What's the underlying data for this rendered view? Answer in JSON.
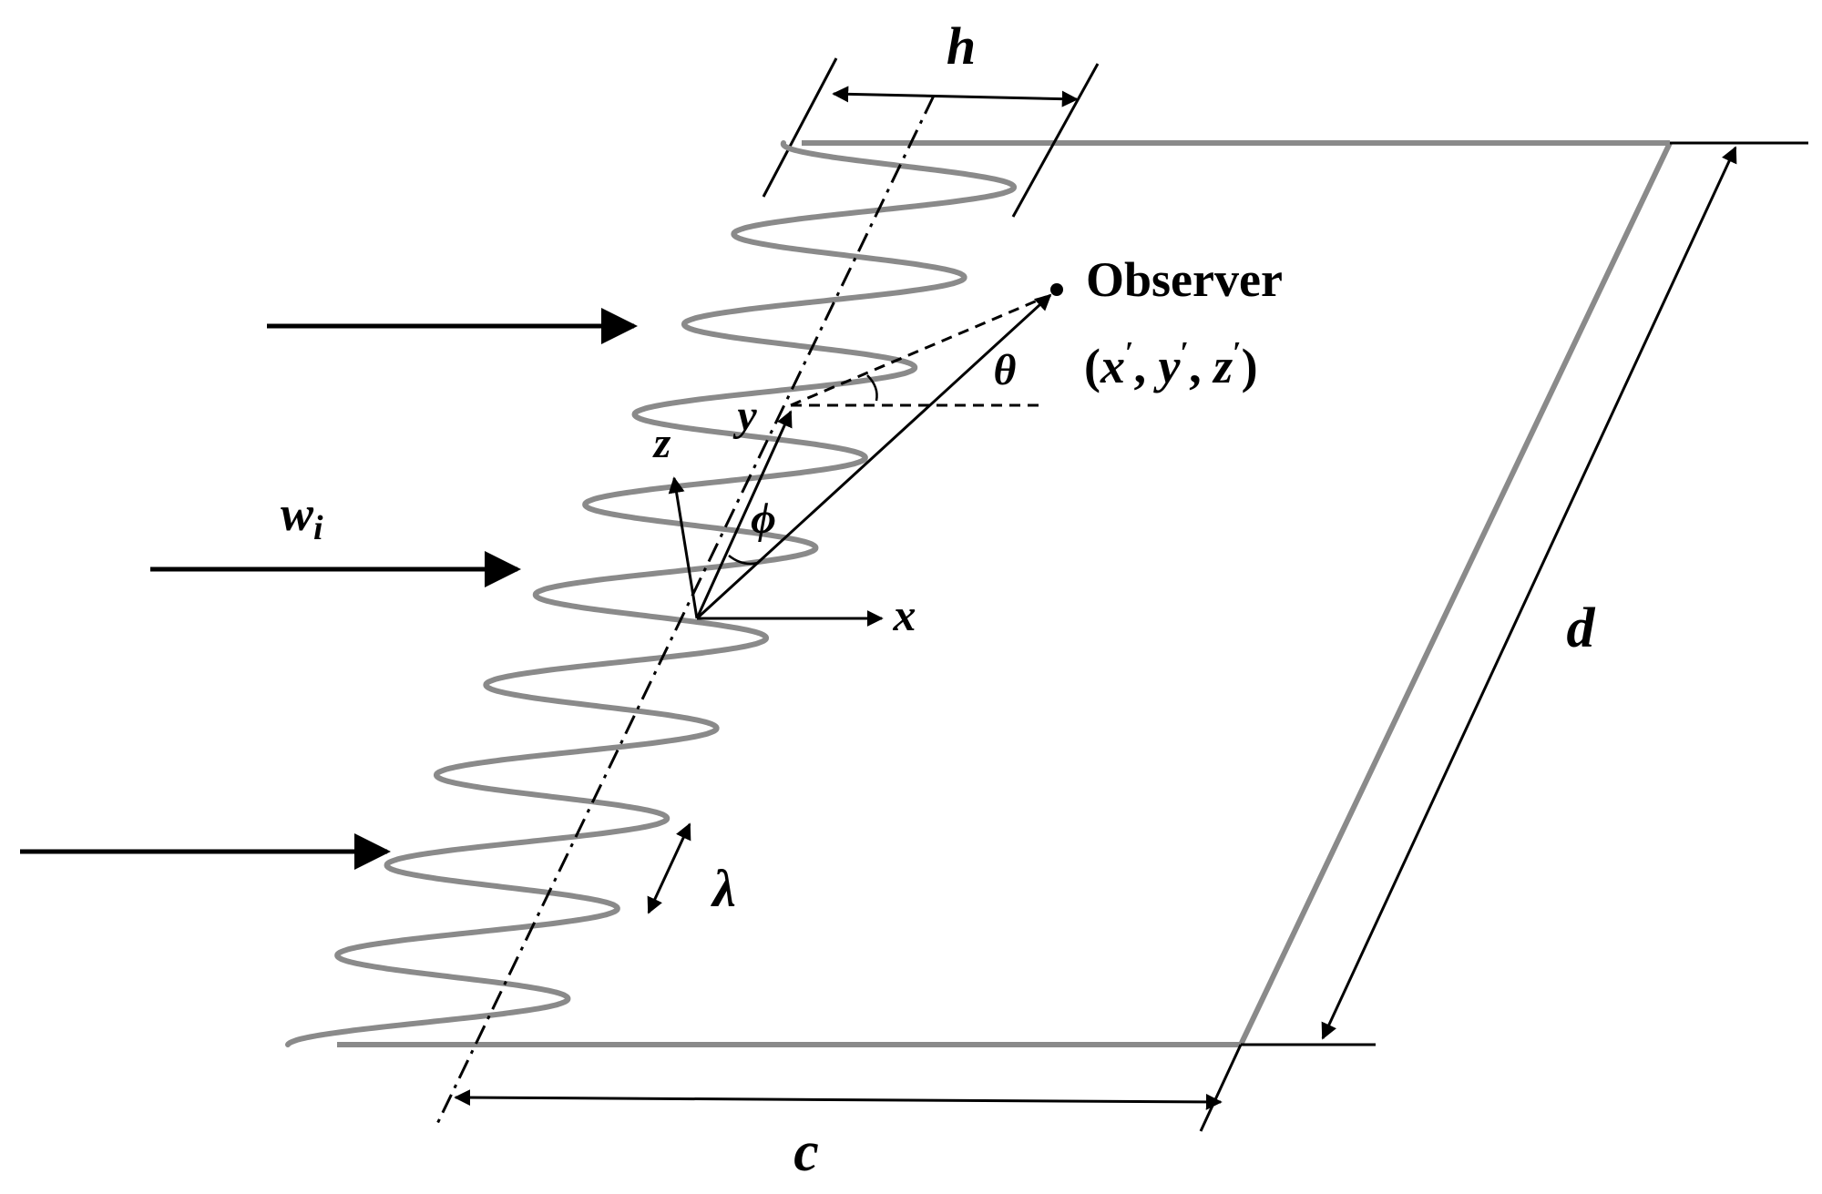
{
  "labels": {
    "h": "h",
    "d": "d",
    "c": "c",
    "lambda": "λ",
    "wi_base": "w",
    "wi_sub": "i",
    "observer": "Observer",
    "observer_coords_open": "(",
    "observer_coords_x": "x",
    "observer_coords_y": "y",
    "observer_coords_z": "z",
    "observer_coords_sep": ", ",
    "observer_coords_prime": "′",
    "observer_coords_close": ")",
    "theta": "θ",
    "phi": "ϕ",
    "axis_x": "x",
    "axis_y": "y",
    "axis_z": "z"
  },
  "colors": {
    "panel": "#8a8a8a",
    "ink": "#000000"
  }
}
